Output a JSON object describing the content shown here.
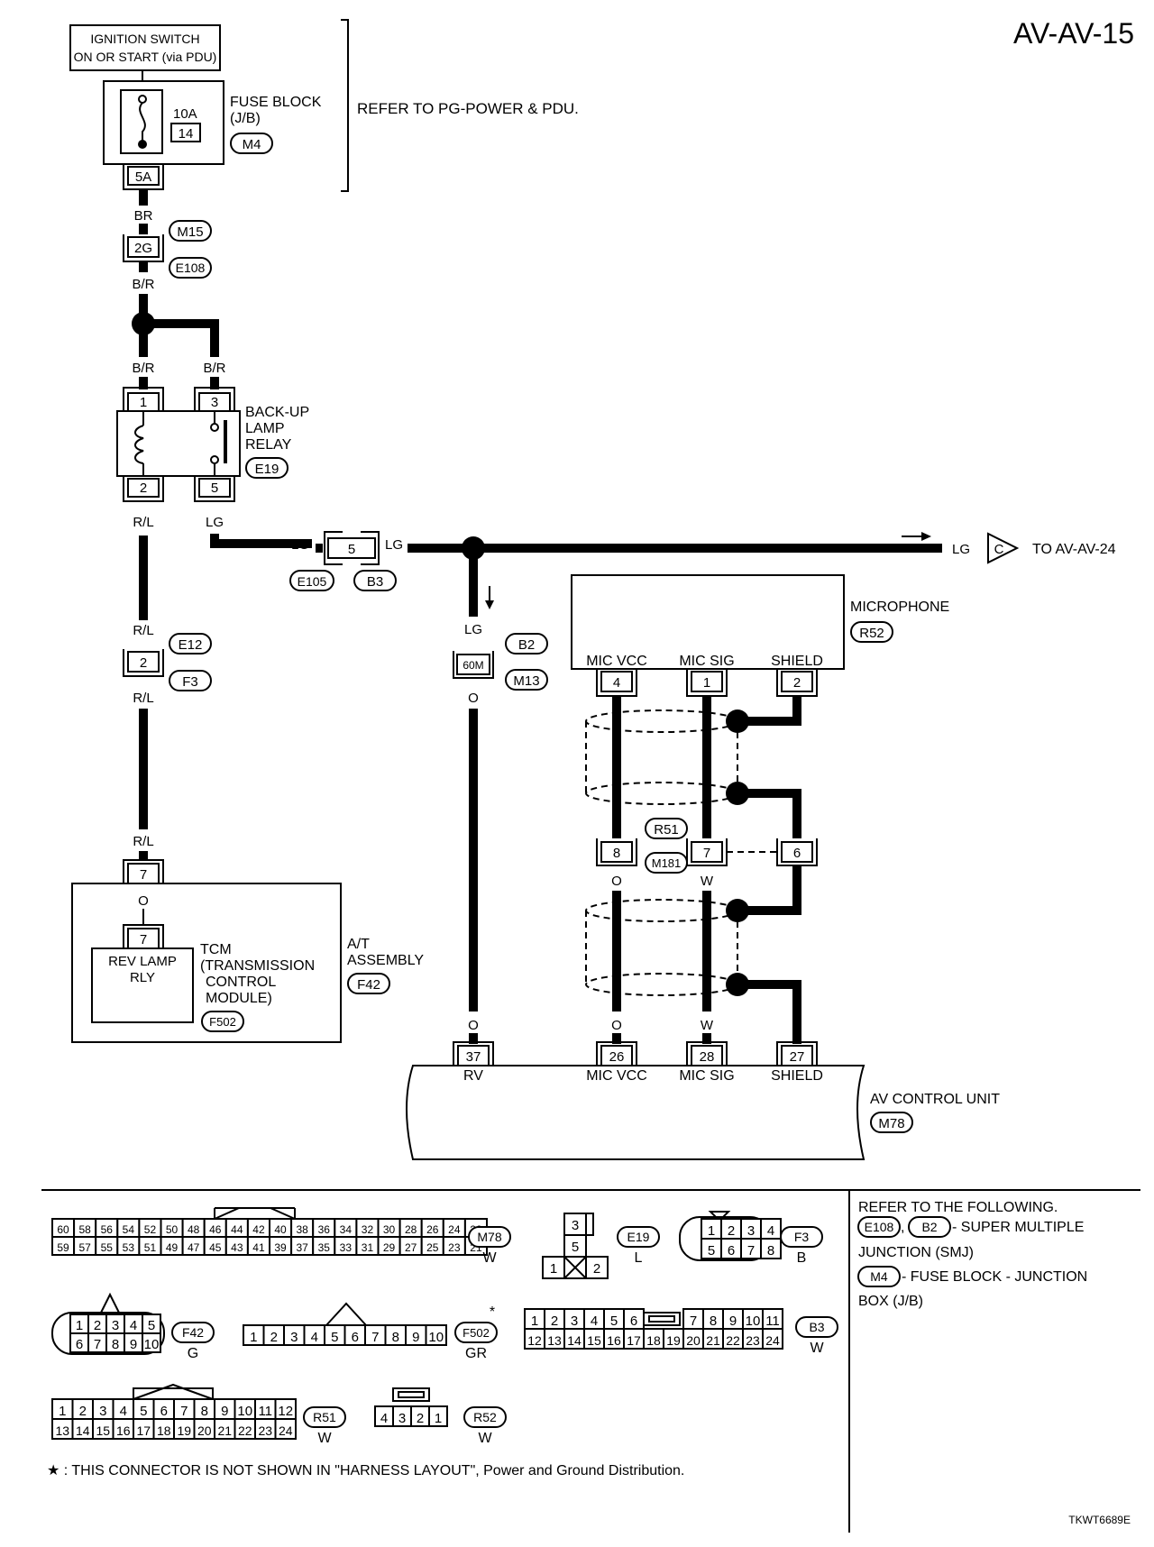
{
  "page_title": "AV-AV-15",
  "figure_code": "TKWT6689E",
  "power": {
    "ignition": [
      "IGNITION SWITCH",
      "ON OR START (via PDU)"
    ],
    "fuse_amp": "10A",
    "fuse_no": "14",
    "fuse_block": [
      "FUSE BLOCK",
      "(J/B)"
    ],
    "fuse_block_conn": "M4",
    "refer": "REFER TO PG-POWER & PDU.",
    "terminal_5a": "5A"
  },
  "wires": {
    "br": "BR",
    "b_r": "B/R",
    "r_l": "R/L",
    "lg": "LG",
    "o": "O",
    "w": "W"
  },
  "connectors": {
    "m15": "M15",
    "e108": "E108",
    "t2g": "2G",
    "e19": "E19",
    "e105": "E105",
    "b3": "B3",
    "t5": "5",
    "e12": "E12",
    "f3": "F3",
    "t2": "2",
    "b2": "B2",
    "m13": "M13",
    "t60m": "60M",
    "r52": "R52",
    "r51": "R51",
    "m181": "M181",
    "f42": "F42",
    "f502": "F502",
    "m78": "M78"
  },
  "relay": {
    "label": [
      "BACK-UP",
      "LAMP",
      "RELAY"
    ],
    "pins": [
      "1",
      "3",
      "2",
      "5"
    ]
  },
  "to_link": {
    "letter": "C",
    "text": "TO AV-AV-24"
  },
  "microphone": {
    "label": "MICROPHONE",
    "pins": [
      {
        "name": "MIC VCC",
        "no": "4"
      },
      {
        "name": "MIC SIG",
        "no": "1"
      },
      {
        "name": "SHIELD",
        "no": "2"
      }
    ],
    "joint_pins": [
      "8",
      "7",
      "6"
    ]
  },
  "tcm": {
    "pin": "7",
    "rev_lamp": [
      "REV LAMP",
      "RLY"
    ],
    "label": [
      "TCM",
      "(TRANSMISSION",
      "CONTROL",
      "MODULE)"
    ],
    "at_assembly": [
      "A/T",
      "ASSEMBLY"
    ]
  },
  "av_unit": {
    "label": "AV CONTROL UNIT",
    "pins": [
      {
        "no": "37",
        "name": "RV"
      },
      {
        "no": "26",
        "name": "MIC VCC"
      },
      {
        "no": "28",
        "name": "MIC SIG"
      },
      {
        "no": "27",
        "name": "SHIELD"
      }
    ]
  },
  "legend": {
    "refer_lines": [
      "REFER TO THE FOLLOWING.",
      " - SUPER MULTIPLE",
      "JUNCTION (SMJ)",
      " - FUSE BLOCK - JUNCTION",
      "BOX (J/B)"
    ],
    "refer_codes": [
      "E108",
      "B2",
      "M4"
    ]
  },
  "connector_faces": {
    "m78": {
      "top": [
        "60",
        "58",
        "56",
        "54",
        "52",
        "50",
        "48",
        "46",
        "44",
        "42",
        "40",
        "38",
        "36",
        "34",
        "32",
        "30",
        "28",
        "26",
        "24",
        "22"
      ],
      "bottom": [
        "59",
        "57",
        "55",
        "53",
        "51",
        "49",
        "47",
        "45",
        "43",
        "41",
        "39",
        "37",
        "35",
        "33",
        "31",
        "29",
        "27",
        "25",
        "23",
        "21"
      ],
      "code": "M78",
      "color": "W"
    },
    "e19": {
      "pins": [
        "3",
        "5",
        "1",
        "2"
      ],
      "code": "E19",
      "color": "L"
    },
    "f3": {
      "top": [
        "1",
        "2",
        "3",
        "4"
      ],
      "bottom": [
        "5",
        "6",
        "7",
        "8"
      ],
      "code": "F3",
      "color": "B"
    },
    "f42": {
      "top": [
        "1",
        "2",
        "3",
        "4",
        "5"
      ],
      "bottom": [
        "6",
        "7",
        "8",
        "9",
        "10"
      ],
      "code": "F42",
      "color": "G"
    },
    "f502": {
      "pins": [
        "1",
        "2",
        "3",
        "4",
        "5",
        "6",
        "7",
        "8",
        "9",
        "10"
      ],
      "code": "F502",
      "color": "GR",
      "star": "*"
    },
    "b3": {
      "top": [
        "1",
        "2",
        "3",
        "4",
        "5",
        "6",
        "7",
        "8",
        "9",
        "10",
        "11"
      ],
      "bottom": [
        "12",
        "13",
        "14",
        "15",
        "16",
        "17",
        "18",
        "19",
        "20",
        "21",
        "22",
        "23",
        "24"
      ],
      "code": "B3",
      "color": "W"
    },
    "r51": {
      "top": [
        "1",
        "2",
        "3",
        "4",
        "5",
        "6",
        "7",
        "8",
        "9",
        "10",
        "11",
        "12"
      ],
      "bottom": [
        "13",
        "14",
        "15",
        "16",
        "17",
        "18",
        "19",
        "20",
        "21",
        "22",
        "23",
        "24"
      ],
      "code": "R51",
      "color": "W"
    },
    "r52": {
      "pins": [
        "4",
        "3",
        "2",
        "1"
      ],
      "code": "R52",
      "color": "W"
    }
  },
  "footnote": "★ : THIS CONNECTOR IS NOT SHOWN IN \"HARNESS LAYOUT\", Power and Ground Distribution."
}
